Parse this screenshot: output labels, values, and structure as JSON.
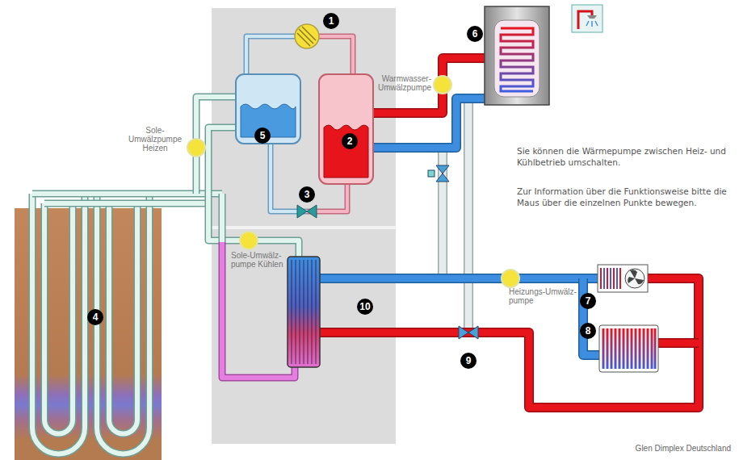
{
  "diagram": {
    "labels": [
      "1",
      "Warmwasser- Umwälzpumpe",
      "6",
      "Sole-Umwälzpumpe Heizen",
      "5",
      "2",
      "Sie können die Wärmepumpe zwischen Heiz- und Kühlbetrieb umschalten.",
      "3",
      "Zur Information über die Funktionsweise bitte die Maus über die einzelnen Punkte bewegen.",
      "Sole-Umwälz- pumpe Kühlen",
      "4",
      "10",
      "Heizungs-Umwälz- pumpe",
      "7",
      "8",
      "9",
      "Glen Dimplex Deutschland"
    ]
  }
}
